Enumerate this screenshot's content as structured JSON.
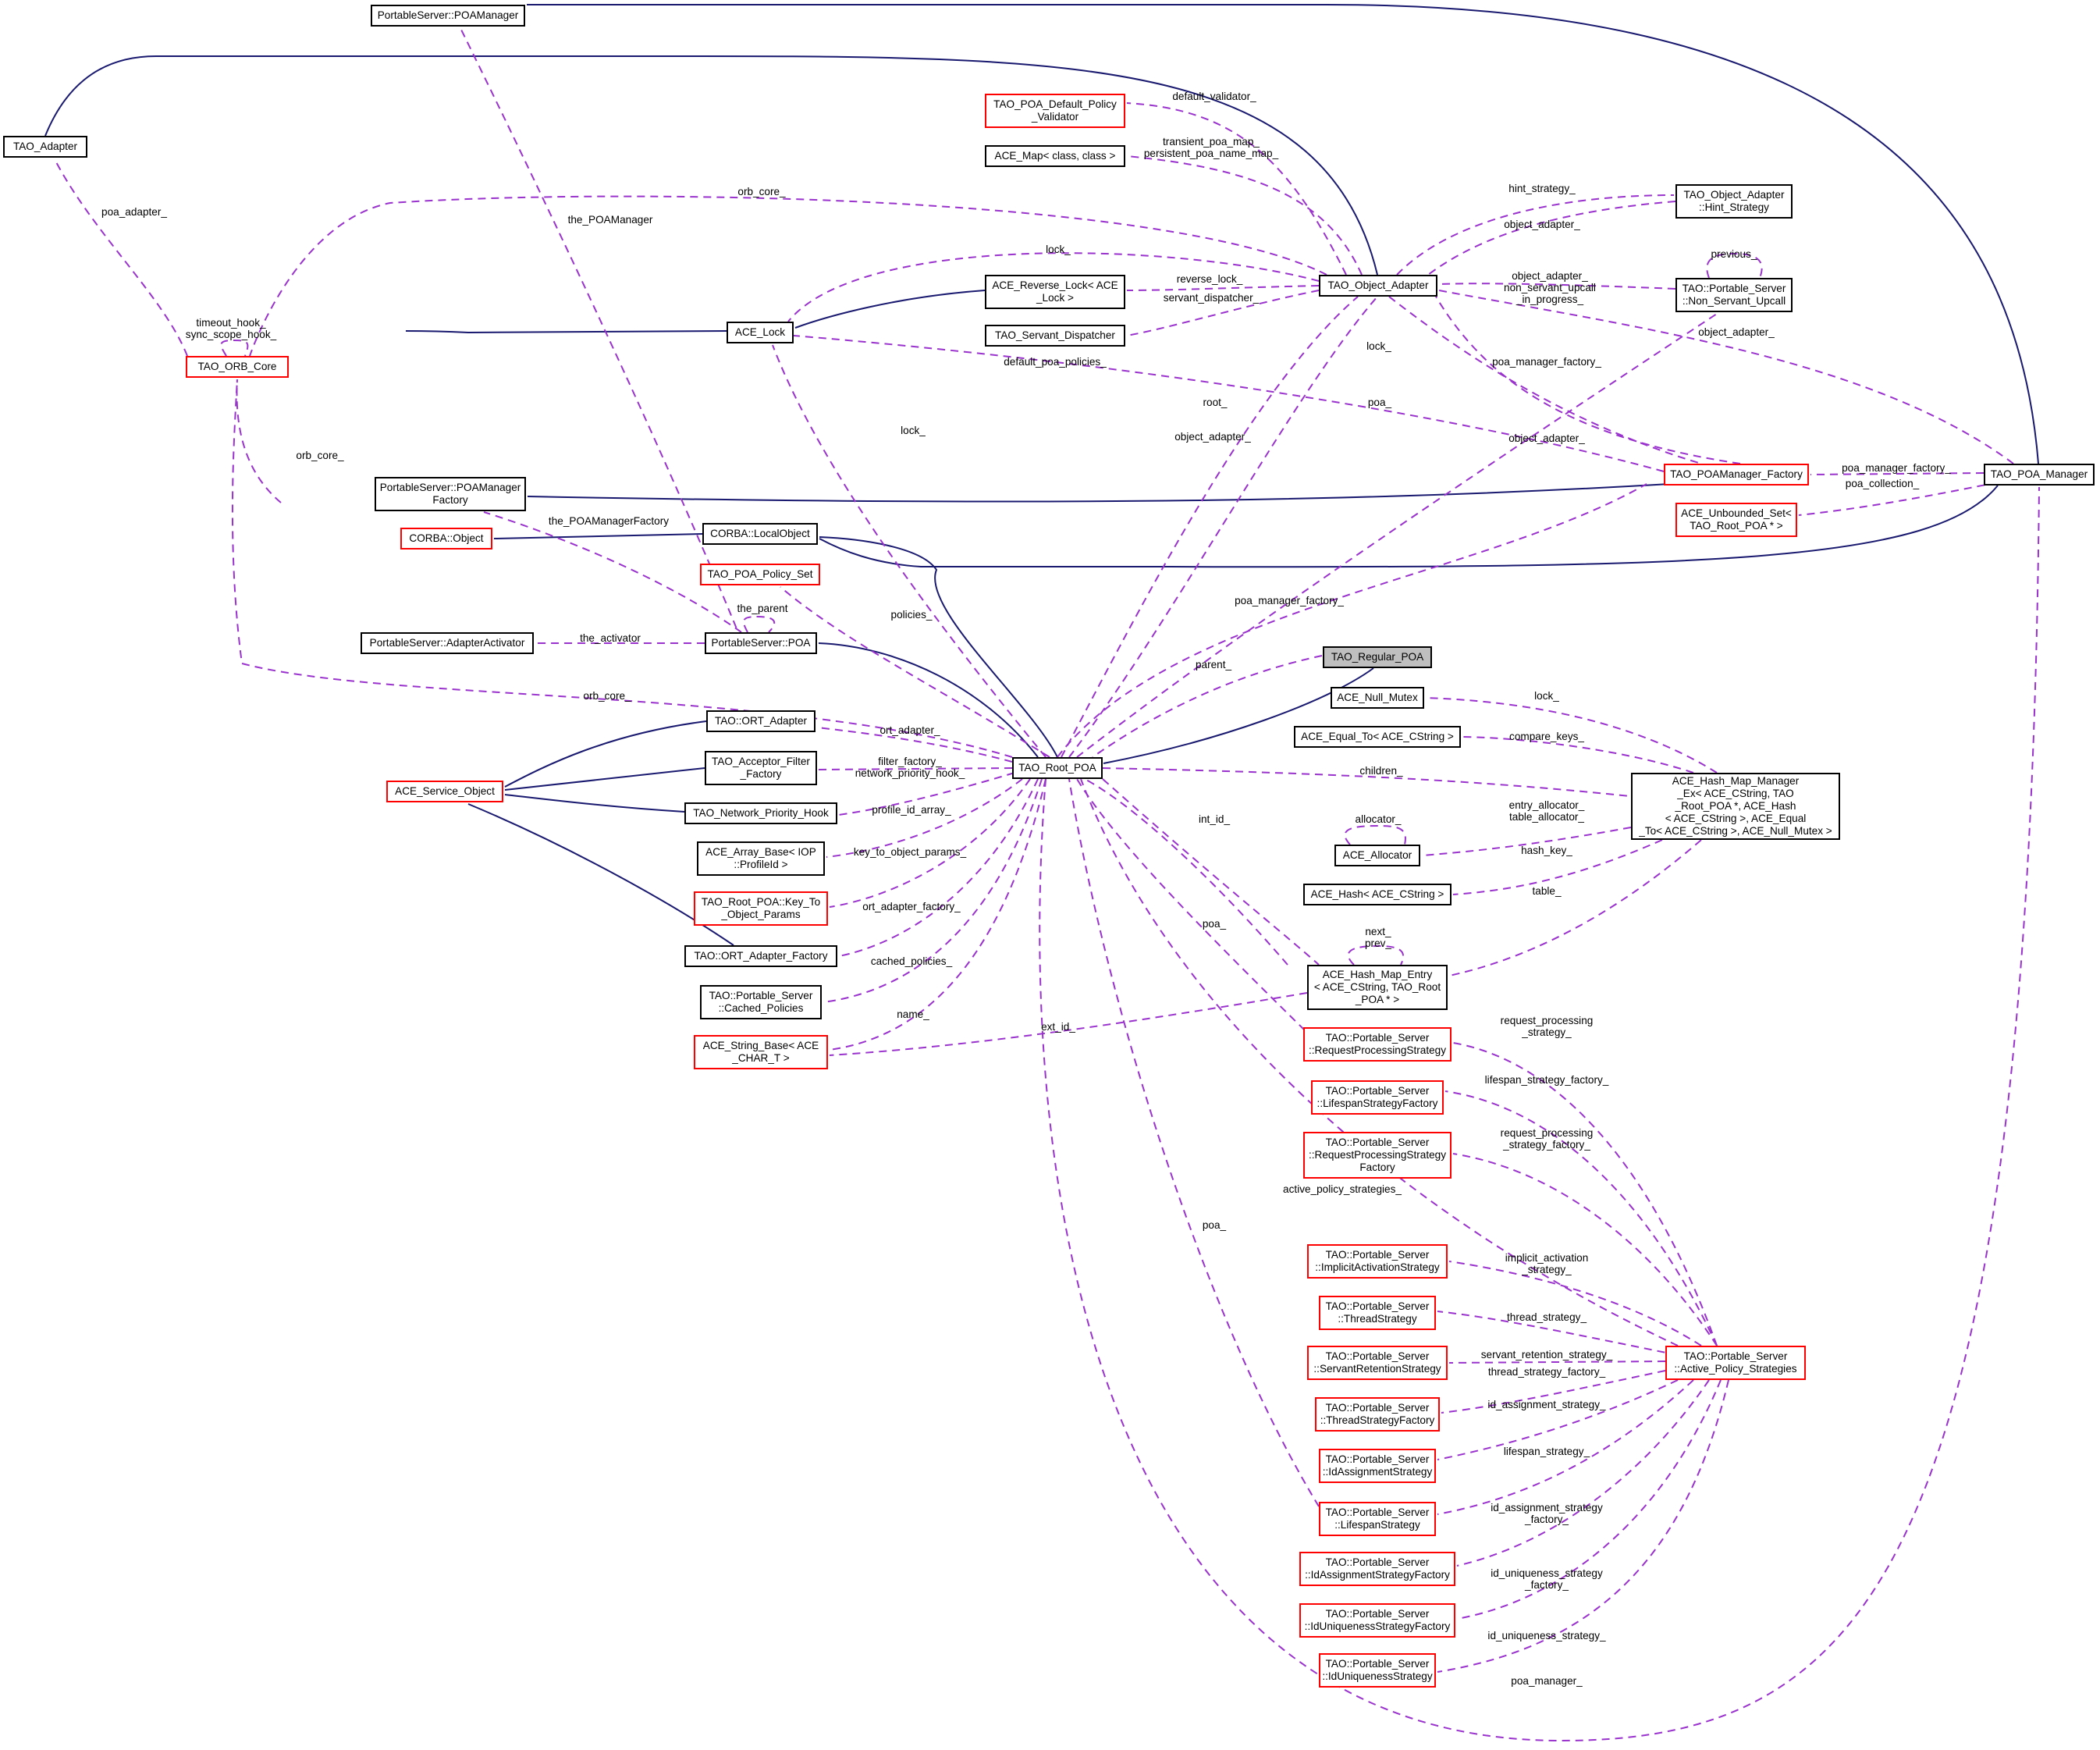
{
  "colors": {
    "inherit": "#191970",
    "usage": "#9a32cd",
    "incomplete_border": "#ff0000",
    "focus_fill": "#bfbfbf"
  },
  "nodes": {
    "PortableServer_POAManager": "PortableServer::POAManager",
    "TAO_Adapter": "TAO_Adapter",
    "TAO_ORB_Core": "TAO_ORB_Core",
    "PortableServer_POAManagerFactory": "PortableServer::POAManager\nFactory",
    "CORBA_Object": "CORBA::Object",
    "PortableServer_AdapterActivator": "PortableServer::AdapterActivator",
    "ACE_Service_Object": "ACE_Service_Object",
    "TAO_POA_Default_Policy_Validator": "TAO_POA_Default_Policy\n_Validator",
    "ACE_Map": "ACE_Map< class, class >",
    "ACE_Reverse_Lock": "ACE_Reverse_Lock< ACE\n_Lock >",
    "ACE_Lock": "ACE_Lock",
    "TAO_Servant_Dispatcher": "TAO_Servant_Dispatcher",
    "CORBA_LocalObject": "CORBA::LocalObject",
    "TAO_POA_Policy_Set": "TAO_POA_Policy_Set",
    "PortableServer_POA": "PortableServer::POA",
    "TAO_ORT_Adapter": "TAO::ORT_Adapter",
    "TAO_Acceptor_Filter_Factory": "TAO_Acceptor_Filter\n_Factory",
    "TAO_Network_Priority_Hook": "TAO_Network_Priority_Hook",
    "ACE_Array_Base": "ACE_Array_Base< IOP\n::ProfileId >",
    "TAO_Root_POA_Key_To_Object_Params": "TAO_Root_POA::Key_To\n_Object_Params",
    "TAO_ORT_Adapter_Factory": "TAO::ORT_Adapter_Factory",
    "TAO_Portable_Server_Cached_Policies": "TAO::Portable_Server\n::Cached_Policies",
    "ACE_String_Base": "ACE_String_Base< ACE\n_CHAR_T >",
    "TAO_Root_POA": "TAO_Root_POA",
    "TAO_Object_Adapter": "TAO_Object_Adapter",
    "TAO_Object_Adapter_Hint_Strategy": "TAO_Object_Adapter\n::Hint_Strategy",
    "TAO_Non_Servant_Upcall": "TAO::Portable_Server\n::Non_Servant_Upcall",
    "TAO_POAManager_Factory": "TAO_POAManager_Factory",
    "ACE_Unbounded_Set": "ACE_Unbounded_Set<\nTAO_Root_POA * >",
    "TAO_POA_Manager": "TAO_POA_Manager",
    "TAO_Regular_POA": "TAO_Regular_POA",
    "ACE_Null_Mutex": "ACE_Null_Mutex",
    "ACE_Equal_To": "ACE_Equal_To< ACE_CString >",
    "ACE_Hash_Map_Manager_Ex": "ACE_Hash_Map_Manager\n_Ex< ACE_CString, TAO\n_Root_POA *, ACE_Hash\n< ACE_CString >, ACE_Equal\n_To< ACE_CString >, ACE_Null_Mutex >",
    "ACE_Allocator": "ACE_Allocator",
    "ACE_Hash": "ACE_Hash< ACE_CString >",
    "ACE_Hash_Map_Entry": "ACE_Hash_Map_Entry\n< ACE_CString, TAO_Root\n_POA * >",
    "RequestProcessingStrategy": "TAO::Portable_Server\n::RequestProcessingStrategy",
    "LifespanStrategyFactory": "TAO::Portable_Server\n::LifespanStrategyFactory",
    "RequestProcessingStrategyFactory": "TAO::Portable_Server\n::RequestProcessingStrategy\nFactory",
    "ImplicitActivationStrategy": "TAO::Portable_Server\n::ImplicitActivationStrategy",
    "ThreadStrategy": "TAO::Portable_Server\n::ThreadStrategy",
    "ServantRetentionStrategy": "TAO::Portable_Server\n::ServantRetentionStrategy",
    "ThreadStrategyFactory": "TAO::Portable_Server\n::ThreadStrategyFactory",
    "IdAssignmentStrategy": "TAO::Portable_Server\n::IdAssignmentStrategy",
    "LifespanStrategy": "TAO::Portable_Server\n::LifespanStrategy",
    "IdAssignmentStrategyFactory": "TAO::Portable_Server\n::IdAssignmentStrategyFactory",
    "IdUniquenessStrategyFactory": "TAO::Portable_Server\n::IdUniquenessStrategyFactory",
    "IdUniquenessStrategy": "TAO::Portable_Server\n::IdUniquenessStrategy",
    "Active_Policy_Strategies": "TAO::Portable_Server\n::Active_Policy_Strategies"
  },
  "edge_labels": {
    "poa_adapter": "poa_adapter_",
    "timeout_hook": "timeout_hook_\nsync_scope_hook_",
    "orb_core_a": "orb_core_",
    "orb_core_b": "orb_core_",
    "orb_core_c": "orb_core_",
    "the_POAManager": "the_POAManager",
    "the_POAManagerFactory": "the_POAManagerFactory",
    "the_parent": "the_parent",
    "the_activator": "the_activator",
    "default_validator": "default_validator_",
    "transient_poa_map": "transient_poa_map_\npersistent_poa_name_map_",
    "lock_oa": "lock_",
    "reverse_lock": "reverse_lock_",
    "servant_dispatcher": "servant_dispatcher_",
    "default_poa_policies": "default_poa_policies_",
    "lock_poamgr": "lock_",
    "lock_root": "lock_",
    "root": "root_",
    "object_adapter_root": "object_adapter_",
    "poa_nsu": "poa_",
    "hint_strategy": "hint_strategy_",
    "object_adapter_hint": "object_adapter_",
    "object_adapter_nsu": "object_adapter_\nnon_servant_upcall\n_in_progress_",
    "previous": "previous_",
    "object_adapter_pm": "object_adapter_",
    "poa_manager_factory_oa": "poa_manager_factory_",
    "object_adapter_pmf": "object_adapter_",
    "poa_manager_factory_pm": "poa_manager_factory_",
    "poa_collection": "poa_collection_",
    "poa_manager_factory_root": "poa_manager_factory_",
    "policies": "policies_",
    "parent": "parent_",
    "ort_adapter": "ort_adapter_",
    "filter_factory": "filter_factory_\nnetwork_priority_hook_",
    "profile_id_array": "profile_id_array_",
    "key_to_object_params": "key_to_object_params_",
    "ort_adapter_factory": "ort_adapter_factory_",
    "cached_policies": "cached_policies_",
    "name": "name_",
    "ext_id": "ext_id_",
    "children": "children_",
    "lock_mutex": "lock_",
    "compare_keys": "compare_keys_",
    "entry_allocator": "entry_allocator_\ntable_allocator_",
    "allocator": "allocator_",
    "hash_key": "hash_key_",
    "table": "table_",
    "int_id": "int_id_",
    "next_prev": "next_\nprev_",
    "poa_rps": "poa_",
    "poa_ls": "poa_",
    "active_policy_strategies": "active_policy_strategies_",
    "request_processing_strategy": "request_processing\n_strategy_",
    "lifespan_strategy_factory": "lifespan_strategy_factory_",
    "request_processing_strategy_factory": "request_processing\n_strategy_factory_",
    "implicit_activation_strategy": "implicit_activation\n_strategy_",
    "thread_strategy": "thread_strategy_",
    "servant_retention_strategy": "servant_retention_strategy_",
    "thread_strategy_factory": "thread_strategy_factory_",
    "id_assignment_strategy": "id_assignment_strategy_",
    "lifespan_strategy": "lifespan_strategy_",
    "id_assignment_strategy_factory": "id_assignment_strategy\n_factory_",
    "id_uniqueness_strategy_factory": "id_uniqueness_strategy\n_factory_",
    "id_uniqueness_strategy": "id_uniqueness_strategy_",
    "poa_manager": "poa_manager_"
  }
}
